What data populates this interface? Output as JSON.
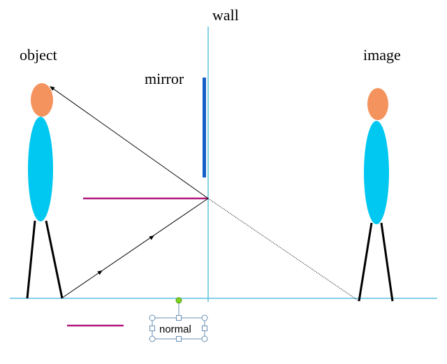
{
  "labels": {
    "wall": "wall",
    "object": "object",
    "image": "image",
    "mirror": "mirror",
    "normal": "normal"
  },
  "colors": {
    "wall": "#5bc0e0",
    "ground": "#5bc0e0",
    "mirror": "#1560c8",
    "normal": "#b0197a",
    "head": "#f5935e",
    "body": "#00c8f0",
    "legs": "#000000",
    "ray": "#000000",
    "selection_handle": "#6a8fb5",
    "rotate_handle": "#7ed321"
  }
}
